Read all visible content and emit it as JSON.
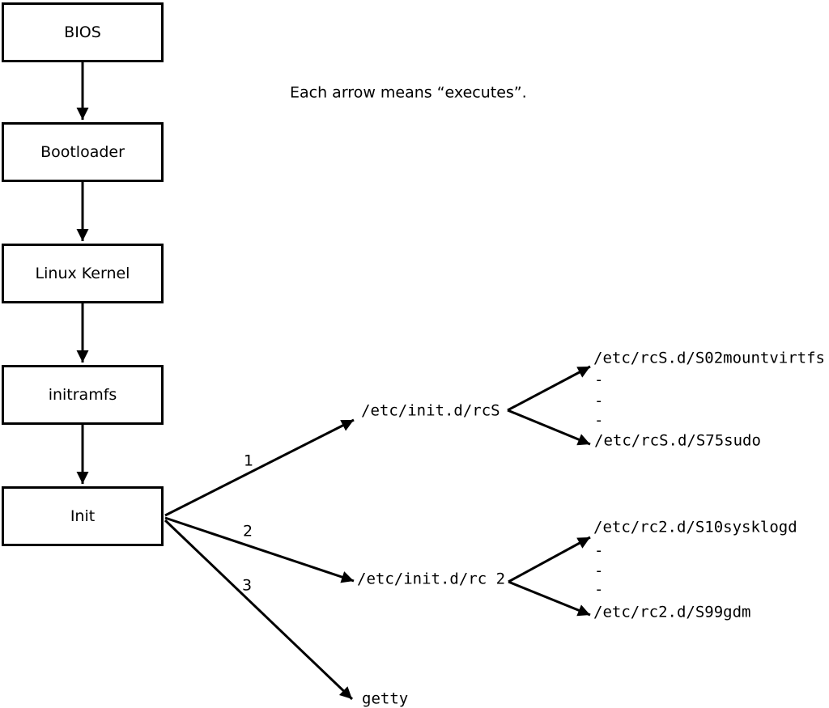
{
  "caption": "Each arrow means “executes”.",
  "nodes": [
    {
      "label": "BIOS"
    },
    {
      "label": "Bootloader"
    },
    {
      "label": "Linux Kernel"
    },
    {
      "label": "initramfs"
    },
    {
      "label": "Init"
    }
  ],
  "edge_labels": [
    "1",
    "2",
    "3"
  ],
  "targets": {
    "rcS": "/etc/init.d/rcS",
    "rc2": "/etc/init.d/rc 2",
    "getty": "getty"
  },
  "rcS_children": [
    "/etc/rcS.d/S02mountvirtfs",
    "-",
    "-",
    "-",
    "/etc/rcS.d/S75sudo"
  ],
  "rc2_children": [
    "/etc/rc2.d/S10sysklogd",
    "-",
    "-",
    "-",
    "/etc/rc2.d/S99gdm"
  ],
  "colors": {
    "background": "#ffffff",
    "line": "#000000",
    "text": "#000000"
  }
}
